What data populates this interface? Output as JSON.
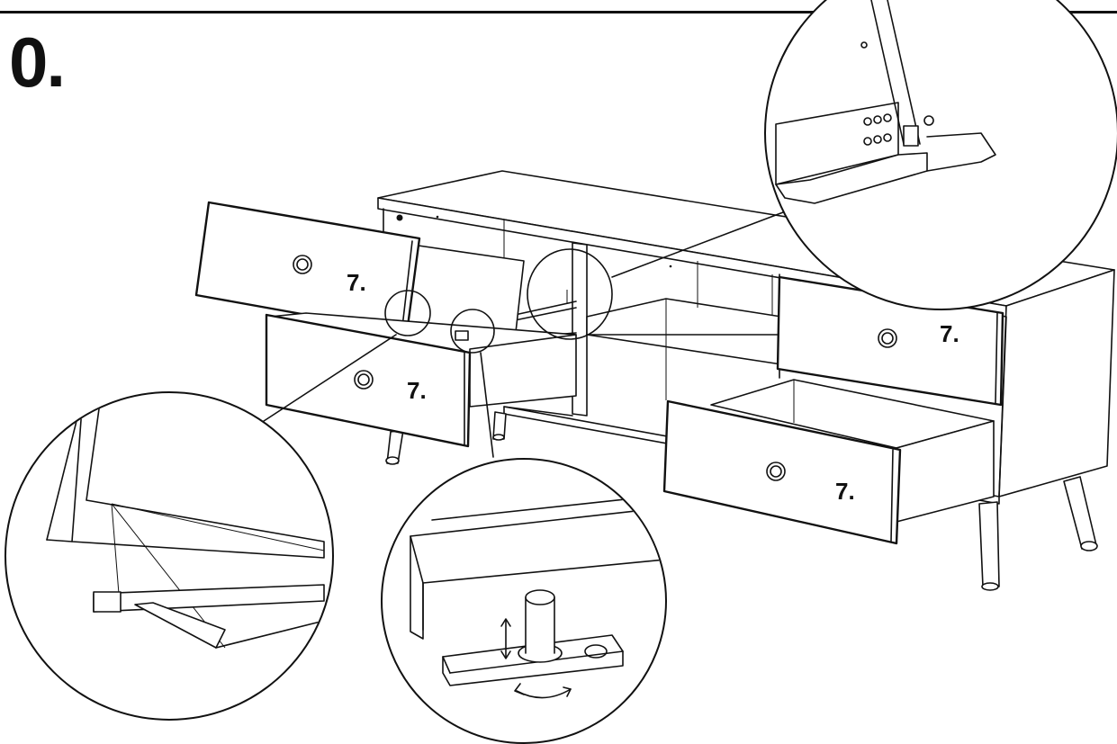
{
  "step": {
    "number": "0."
  },
  "labels": {
    "drawer_top_left": "7.",
    "drawer_bottom_left": "7.",
    "drawer_top_right": "7.",
    "drawer_bottom_right": "7."
  },
  "icons": {
    "detail_rail_top": "rail-detail-icon",
    "detail_hinge_left": "hinge-detail-icon",
    "detail_pin_bottom": "pin-detail-icon",
    "arrow_vertical": "up-down-arrow-icon",
    "arrow_rotate": "rotate-arrow-icon"
  },
  "colors": {
    "ink": "#111111",
    "paper": "#ffffff"
  }
}
